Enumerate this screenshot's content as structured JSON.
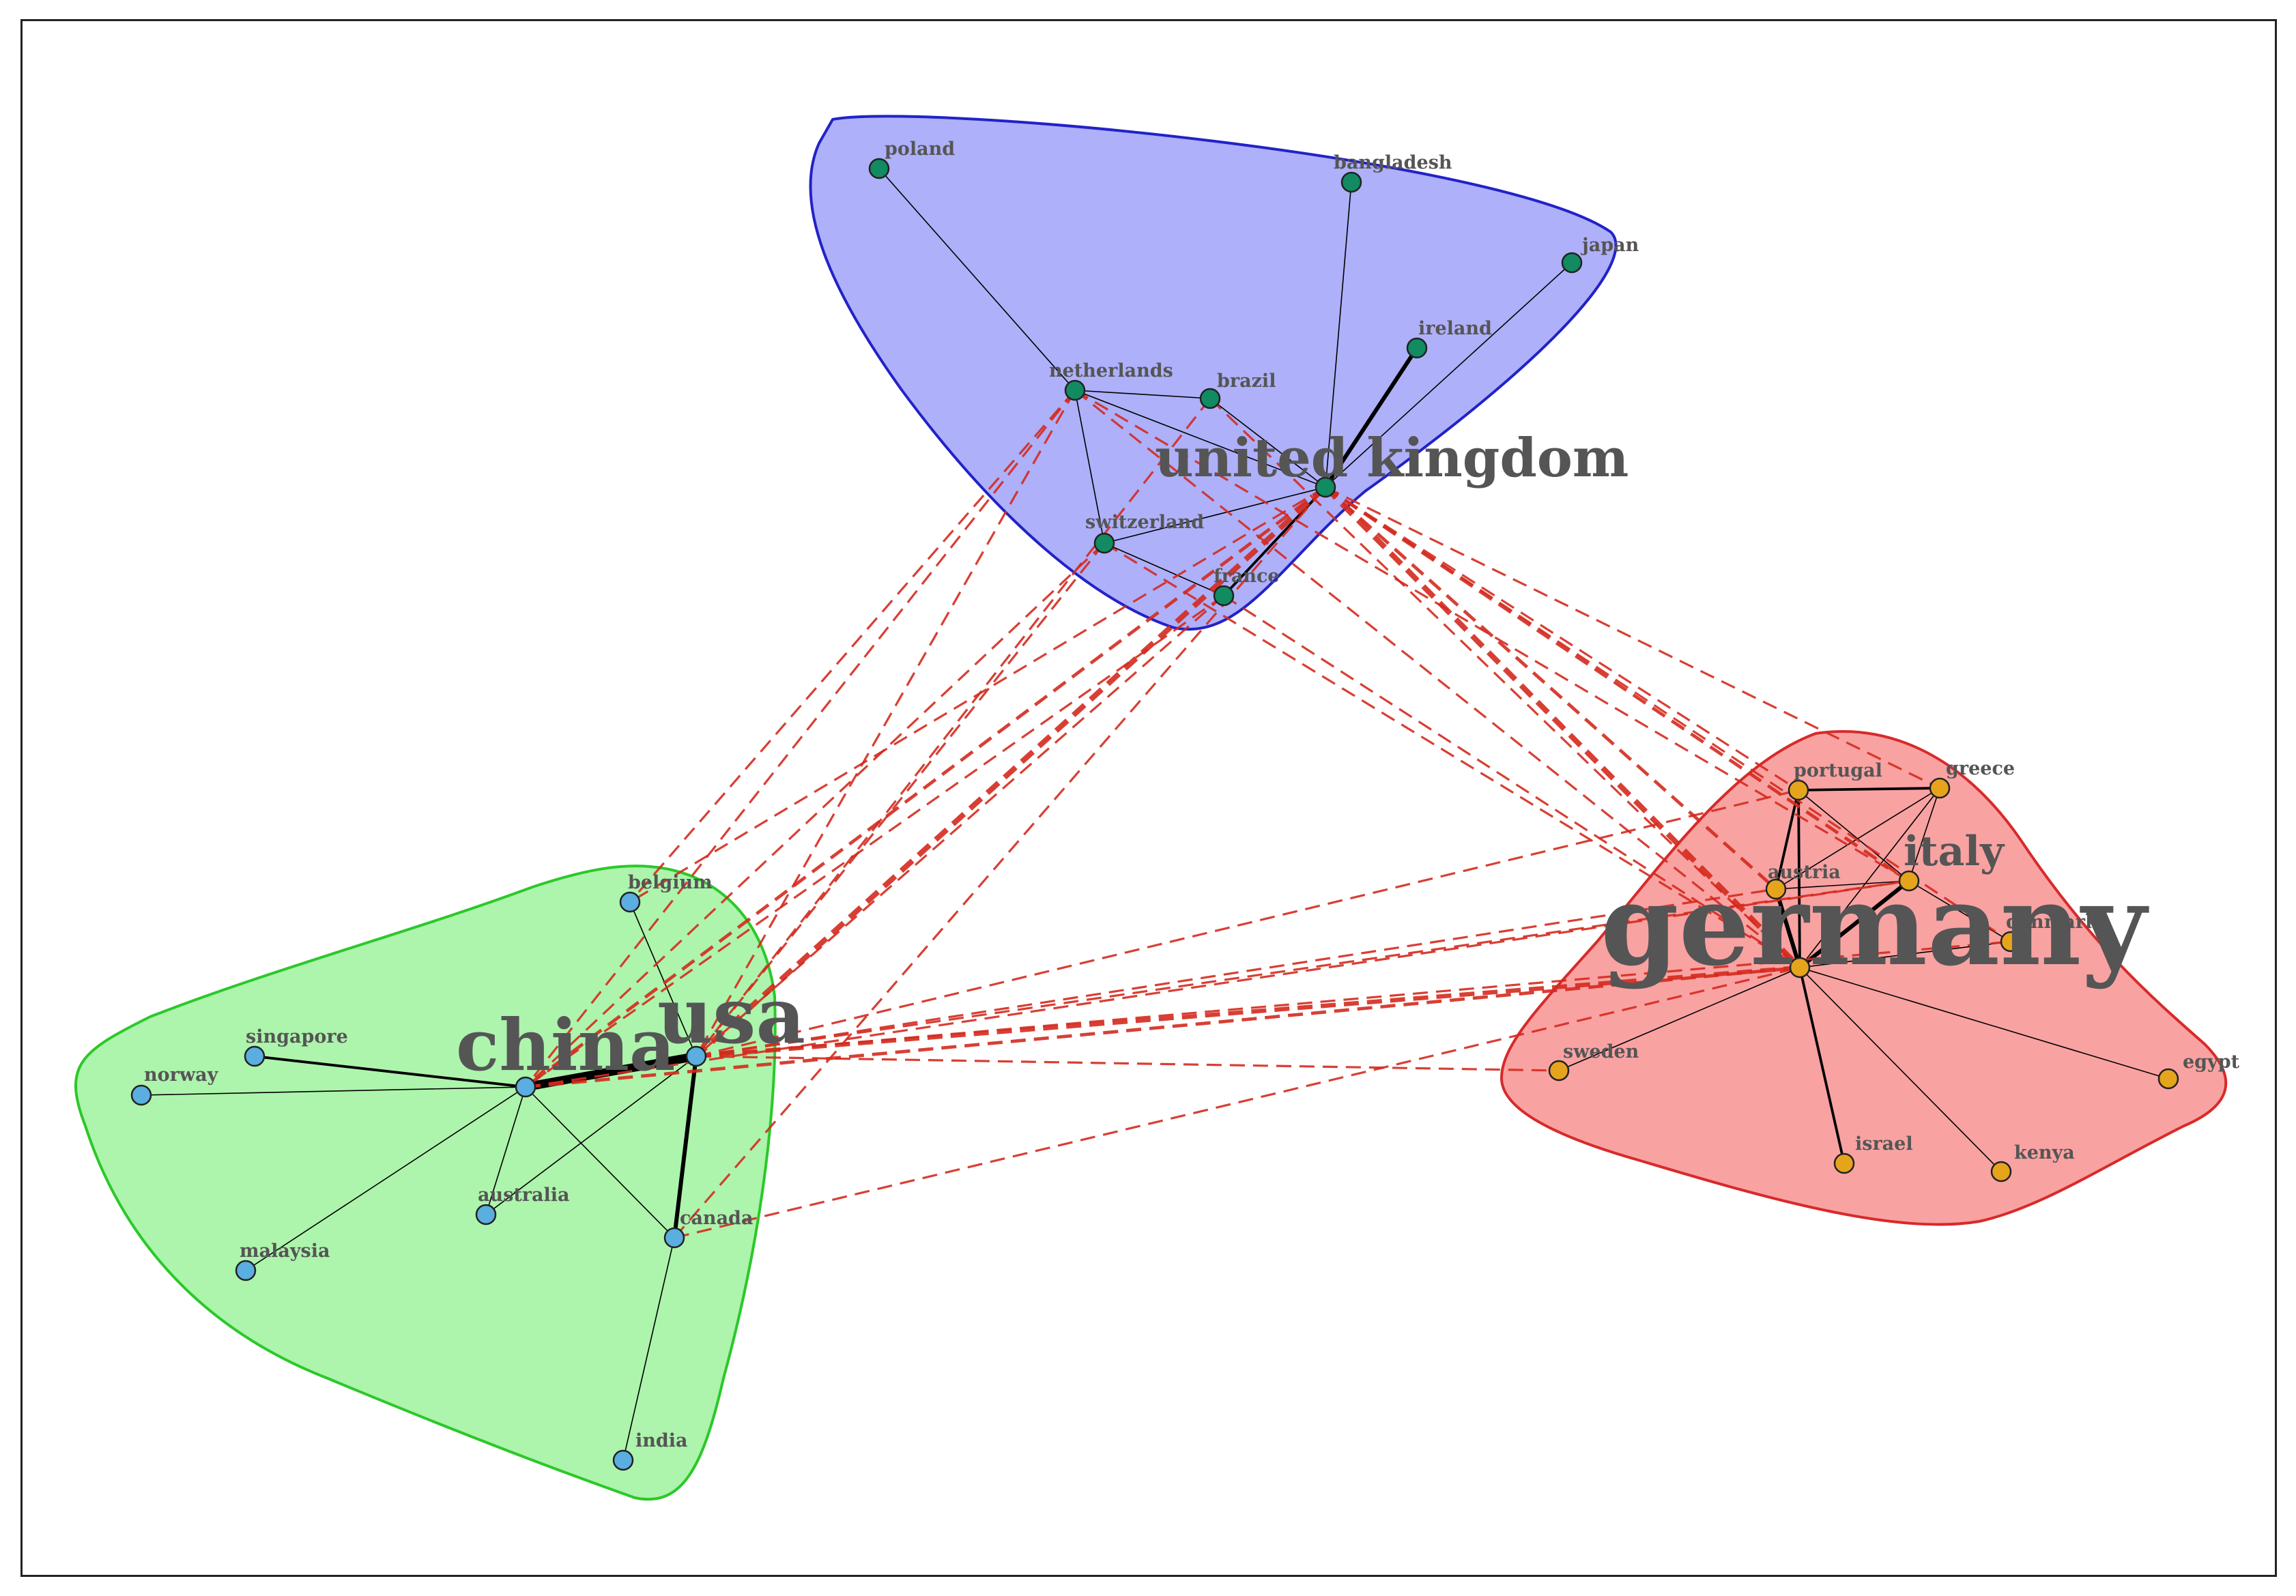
{
  "colors": {
    "node_fill_teal": "#128a62",
    "node_fill_blue": "#5aaee0",
    "node_fill_orange": "#e6a41c",
    "inter_edge": "#d42a1e",
    "intra_edge": "#000000",
    "label_gray": "#555555"
  },
  "clusters": [
    {
      "id": "uk-group",
      "fill": "#8f92f6",
      "stroke": "#2222c8"
    },
    {
      "id": "china-group",
      "fill": "#8ef08c",
      "stroke": "#2cc82a"
    },
    {
      "id": "germany-group",
      "fill": "#f77e7e",
      "stroke": "#d82a2a"
    }
  ],
  "nodes": [
    {
      "id": "poland",
      "label": "poland",
      "group": "uk-group",
      "color": "#128a62"
    },
    {
      "id": "bangladesh",
      "label": "bangladesh",
      "group": "uk-group",
      "color": "#128a62"
    },
    {
      "id": "japan",
      "label": "japan",
      "group": "uk-group",
      "color": "#128a62"
    },
    {
      "id": "ireland",
      "label": "ireland",
      "group": "uk-group",
      "color": "#128a62"
    },
    {
      "id": "netherlands",
      "label": "netherlands",
      "group": "uk-group",
      "color": "#128a62"
    },
    {
      "id": "brazil",
      "label": "brazil",
      "group": "uk-group",
      "color": "#128a62"
    },
    {
      "id": "united-kingdom",
      "label": "united kingdom",
      "group": "uk-group",
      "color": "#128a62"
    },
    {
      "id": "switzerland",
      "label": "switzerland",
      "group": "uk-group",
      "color": "#128a62"
    },
    {
      "id": "france",
      "label": "france",
      "group": "uk-group",
      "color": "#128a62"
    },
    {
      "id": "belgium",
      "label": "belgium",
      "group": "china-group",
      "color": "#5aaee0"
    },
    {
      "id": "singapore",
      "label": "singapore",
      "group": "china-group",
      "color": "#5aaee0"
    },
    {
      "id": "norway",
      "label": "norway",
      "group": "china-group",
      "color": "#5aaee0"
    },
    {
      "id": "china",
      "label": "china",
      "group": "china-group",
      "color": "#5aaee0"
    },
    {
      "id": "usa",
      "label": "usa",
      "group": "china-group",
      "color": "#5aaee0"
    },
    {
      "id": "australia",
      "label": "australia",
      "group": "china-group",
      "color": "#5aaee0"
    },
    {
      "id": "canada",
      "label": "canada",
      "group": "china-group",
      "color": "#5aaee0"
    },
    {
      "id": "malaysia",
      "label": "malaysia",
      "group": "china-group",
      "color": "#5aaee0"
    },
    {
      "id": "india",
      "label": "india",
      "group": "china-group",
      "color": "#5aaee0"
    },
    {
      "id": "portugal",
      "label": "portugal",
      "group": "germany-group",
      "color": "#e6a41c"
    },
    {
      "id": "greece",
      "label": "greece",
      "group": "germany-group",
      "color": "#e6a41c"
    },
    {
      "id": "austria",
      "label": "austria",
      "group": "germany-group",
      "color": "#e6a41c"
    },
    {
      "id": "italy",
      "label": "italy",
      "group": "germany-group",
      "color": "#e6a41c"
    },
    {
      "id": "germany",
      "label": "germany",
      "group": "germany-group",
      "color": "#e6a41c"
    },
    {
      "id": "denmark",
      "label": "denmark",
      "group": "germany-group",
      "color": "#e6a41c"
    },
    {
      "id": "sweden",
      "label": "sweden",
      "group": "germany-group",
      "color": "#e6a41c"
    },
    {
      "id": "egypt",
      "label": "egypt",
      "group": "germany-group",
      "color": "#e6a41c"
    },
    {
      "id": "israel",
      "label": "israel",
      "group": "germany-group",
      "color": "#e6a41c"
    },
    {
      "id": "kenya",
      "label": "kenya",
      "group": "germany-group",
      "color": "#e6a41c"
    }
  ],
  "edges": [
    {
      "source": "poland",
      "target": "netherlands",
      "weight": 1,
      "kind": "intra"
    },
    {
      "source": "bangladesh",
      "target": "united-kingdom",
      "weight": 1,
      "kind": "intra"
    },
    {
      "source": "japan",
      "target": "united-kingdom",
      "weight": 1,
      "kind": "intra"
    },
    {
      "source": "ireland",
      "target": "united-kingdom",
      "weight": 3,
      "kind": "intra"
    },
    {
      "source": "netherlands",
      "target": "brazil",
      "weight": 1,
      "kind": "intra"
    },
    {
      "source": "netherlands",
      "target": "united-kingdom",
      "weight": 1,
      "kind": "intra"
    },
    {
      "source": "netherlands",
      "target": "switzerland",
      "weight": 1,
      "kind": "intra"
    },
    {
      "source": "brazil",
      "target": "united-kingdom",
      "weight": 1,
      "kind": "intra"
    },
    {
      "source": "switzerland",
      "target": "united-kingdom",
      "weight": 1,
      "kind": "intra"
    },
    {
      "source": "switzerland",
      "target": "france",
      "weight": 1,
      "kind": "intra"
    },
    {
      "source": "france",
      "target": "united-kingdom",
      "weight": 2,
      "kind": "intra"
    },
    {
      "source": "china",
      "target": "usa",
      "weight": 6,
      "kind": "intra"
    },
    {
      "source": "china",
      "target": "singapore",
      "weight": 2,
      "kind": "intra"
    },
    {
      "source": "china",
      "target": "norway",
      "weight": 1,
      "kind": "intra"
    },
    {
      "source": "china",
      "target": "australia",
      "weight": 1,
      "kind": "intra"
    },
    {
      "source": "china",
      "target": "malaysia",
      "weight": 1,
      "kind": "intra"
    },
    {
      "source": "china",
      "target": "canada",
      "weight": 1,
      "kind": "intra"
    },
    {
      "source": "belgium",
      "target": "usa",
      "weight": 1,
      "kind": "intra"
    },
    {
      "source": "usa",
      "target": "canada",
      "weight": 3,
      "kind": "intra"
    },
    {
      "source": "usa",
      "target": "australia",
      "weight": 1,
      "kind": "intra"
    },
    {
      "source": "canada",
      "target": "india",
      "weight": 1,
      "kind": "intra"
    },
    {
      "source": "portugal",
      "target": "greece",
      "weight": 2,
      "kind": "intra"
    },
    {
      "source": "portugal",
      "target": "austria",
      "weight": 2,
      "kind": "intra"
    },
    {
      "source": "portugal",
      "target": "italy",
      "weight": 1,
      "kind": "intra"
    },
    {
      "source": "portugal",
      "target": "germany",
      "weight": 2,
      "kind": "intra"
    },
    {
      "source": "greece",
      "target": "austria",
      "weight": 1,
      "kind": "intra"
    },
    {
      "source": "greece",
      "target": "italy",
      "weight": 1,
      "kind": "intra"
    },
    {
      "source": "greece",
      "target": "germany",
      "weight": 1,
      "kind": "intra"
    },
    {
      "source": "austria",
      "target": "italy",
      "weight": 1,
      "kind": "intra"
    },
    {
      "source": "austria",
      "target": "germany",
      "weight": 3,
      "kind": "intra"
    },
    {
      "source": "italy",
      "target": "germany",
      "weight": 3,
      "kind": "intra"
    },
    {
      "source": "italy",
      "target": "denmark",
      "weight": 1,
      "kind": "intra"
    },
    {
      "source": "germany",
      "target": "denmark",
      "weight": 1,
      "kind": "intra"
    },
    {
      "source": "germany",
      "target": "sweden",
      "weight": 1,
      "kind": "intra"
    },
    {
      "source": "germany",
      "target": "egypt",
      "weight": 1,
      "kind": "intra"
    },
    {
      "source": "germany",
      "target": "israel",
      "weight": 2,
      "kind": "intra"
    },
    {
      "source": "germany",
      "target": "kenya",
      "weight": 1,
      "kind": "intra"
    },
    {
      "source": "united-kingdom",
      "target": "usa",
      "weight": 4,
      "kind": "inter"
    },
    {
      "source": "united-kingdom",
      "target": "china",
      "weight": 2,
      "kind": "inter"
    },
    {
      "source": "united-kingdom",
      "target": "germany",
      "weight": 4,
      "kind": "inter"
    },
    {
      "source": "united-kingdom",
      "target": "italy",
      "weight": 2,
      "kind": "inter"
    },
    {
      "source": "united-kingdom",
      "target": "austria",
      "weight": 2,
      "kind": "inter"
    },
    {
      "source": "united-kingdom",
      "target": "portugal",
      "weight": 1,
      "kind": "inter"
    },
    {
      "source": "united-kingdom",
      "target": "greece",
      "weight": 1,
      "kind": "inter"
    },
    {
      "source": "united-kingdom",
      "target": "denmark",
      "weight": 1,
      "kind": "inter"
    },
    {
      "source": "united-kingdom",
      "target": "belgium",
      "weight": 1,
      "kind": "inter"
    },
    {
      "source": "netherlands",
      "target": "usa",
      "weight": 1,
      "kind": "inter"
    },
    {
      "source": "netherlands",
      "target": "china",
      "weight": 1,
      "kind": "inter"
    },
    {
      "source": "netherlands",
      "target": "belgium",
      "weight": 1,
      "kind": "inter"
    },
    {
      "source": "netherlands",
      "target": "germany",
      "weight": 1,
      "kind": "inter"
    },
    {
      "source": "netherlands",
      "target": "italy",
      "weight": 1,
      "kind": "inter"
    },
    {
      "source": "switzerland",
      "target": "usa",
      "weight": 1,
      "kind": "inter"
    },
    {
      "source": "switzerland",
      "target": "china",
      "weight": 1,
      "kind": "inter"
    },
    {
      "source": "switzerland",
      "target": "germany",
      "weight": 1,
      "kind": "inter"
    },
    {
      "source": "brazil",
      "target": "usa",
      "weight": 1,
      "kind": "inter"
    },
    {
      "source": "brazil",
      "target": "germany",
      "weight": 1,
      "kind": "inter"
    },
    {
      "source": "france",
      "target": "usa",
      "weight": 1,
      "kind": "inter"
    },
    {
      "source": "france",
      "target": "china",
      "weight": 1,
      "kind": "inter"
    },
    {
      "source": "france",
      "target": "germany",
      "weight": 1,
      "kind": "inter"
    },
    {
      "source": "usa",
      "target": "germany",
      "weight": 3,
      "kind": "inter"
    },
    {
      "source": "usa",
      "target": "portugal",
      "weight": 1,
      "kind": "inter"
    },
    {
      "source": "usa",
      "target": "italy",
      "weight": 1,
      "kind": "inter"
    },
    {
      "source": "usa",
      "target": "austria",
      "weight": 1,
      "kind": "inter"
    },
    {
      "source": "usa",
      "target": "sweden",
      "weight": 1,
      "kind": "inter"
    },
    {
      "source": "usa",
      "target": "denmark",
      "weight": 1,
      "kind": "inter"
    },
    {
      "source": "china",
      "target": "germany",
      "weight": 2,
      "kind": "inter"
    },
    {
      "source": "china",
      "target": "italy",
      "weight": 1,
      "kind": "inter"
    },
    {
      "source": "canada",
      "target": "germany",
      "weight": 1,
      "kind": "inter"
    },
    {
      "source": "canada",
      "target": "united-kingdom",
      "weight": 1,
      "kind": "inter"
    }
  ]
}
